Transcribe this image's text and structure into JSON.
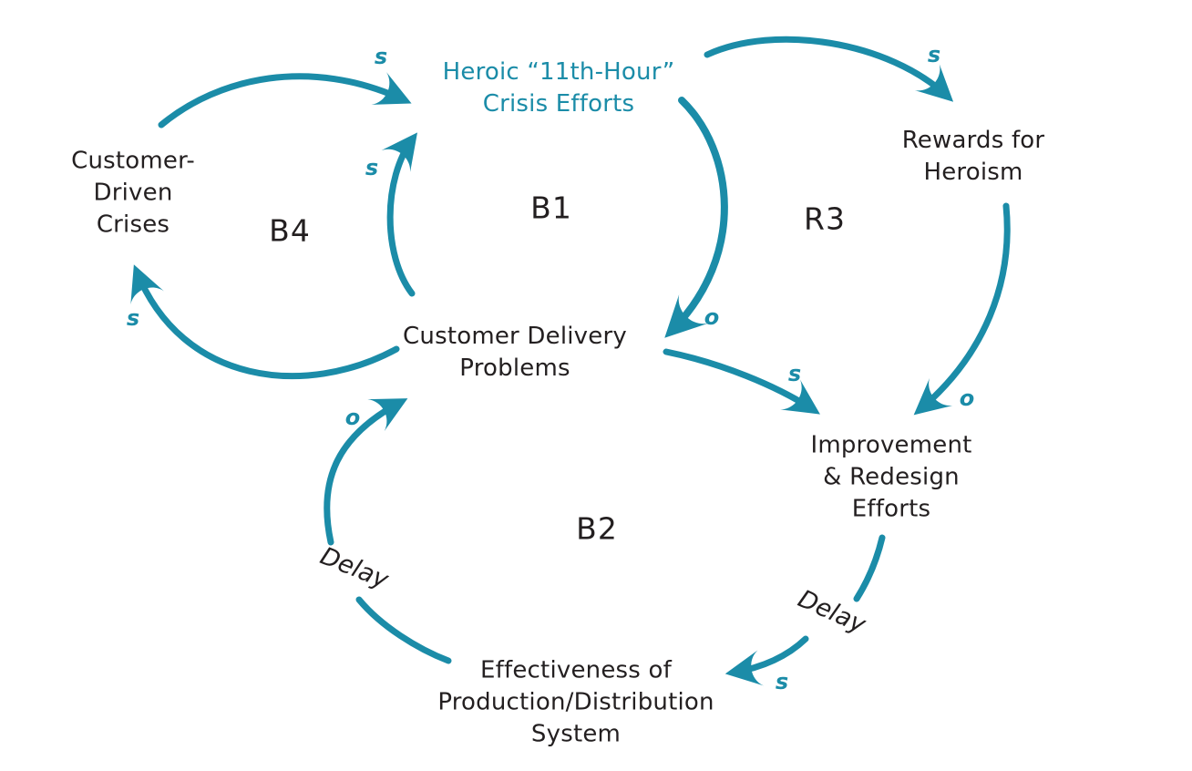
{
  "diagram": {
    "kind": "causal-loop-diagram",
    "colors": {
      "accent": "#1b8ca8",
      "ink": "#231f20",
      "background": "#ffffff"
    },
    "nodes": [
      {
        "id": "heroic-crisis-efforts",
        "label": "Heroic “11th-Hour”\nCrisis Efforts",
        "emphasis": "accent"
      },
      {
        "id": "customer-driven-crises",
        "label": "Customer-\nDriven\nCrises",
        "emphasis": "ink"
      },
      {
        "id": "rewards-for-heroism",
        "label": "Rewards for\nHeroism",
        "emphasis": "ink"
      },
      {
        "id": "customer-delivery-problems",
        "label": "Customer Delivery\nProblems",
        "emphasis": "ink"
      },
      {
        "id": "improvement-redesign-efforts",
        "label": "Improvement\n& Redesign\nEfforts",
        "emphasis": "ink"
      },
      {
        "id": "effectiveness-production-distribution",
        "label": "Effectiveness of\nProduction/Distribution\nSystem",
        "emphasis": "ink"
      }
    ],
    "loops": [
      {
        "id": "B4",
        "label": "B4",
        "type": "balancing"
      },
      {
        "id": "B1",
        "label": "B1",
        "type": "balancing"
      },
      {
        "id": "R3",
        "label": "R3",
        "type": "reinforcing"
      },
      {
        "id": "B2",
        "label": "B2",
        "type": "balancing"
      }
    ],
    "links": [
      {
        "from": "customer-driven-crises",
        "to": "heroic-crisis-efforts",
        "polarity": "s"
      },
      {
        "from": "customer-delivery-problems",
        "to": "heroic-crisis-efforts",
        "polarity": "s"
      },
      {
        "from": "heroic-crisis-efforts",
        "to": "customer-delivery-problems",
        "polarity": "o"
      },
      {
        "from": "heroic-crisis-efforts",
        "to": "rewards-for-heroism",
        "polarity": "s"
      },
      {
        "from": "rewards-for-heroism",
        "to": "improvement-redesign-efforts",
        "polarity": "o"
      },
      {
        "from": "customer-delivery-problems",
        "to": "improvement-redesign-efforts",
        "polarity": "s"
      },
      {
        "from": "improvement-redesign-efforts",
        "to": "effectiveness-production-distribution",
        "polarity": "s",
        "delay": "Delay"
      },
      {
        "from": "effectiveness-production-distribution",
        "to": "customer-delivery-problems",
        "polarity": "o",
        "delay": "Delay"
      },
      {
        "from": "customer-delivery-problems",
        "to": "customer-driven-crises",
        "polarity": "s"
      }
    ]
  }
}
